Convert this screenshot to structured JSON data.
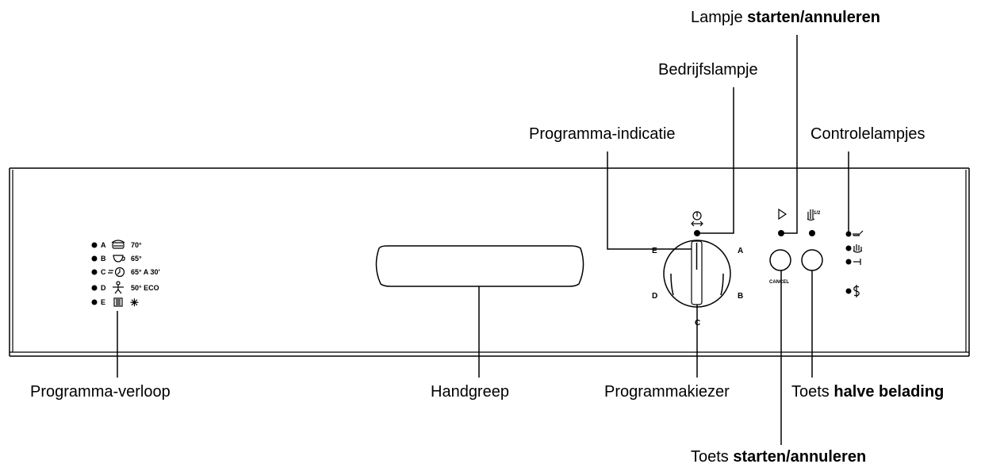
{
  "callouts": {
    "lampje_start": {
      "prefix": "Lampje ",
      "bold": "starten/annuleren"
    },
    "bedrijfslampje": {
      "text": "Bedrijfslampje"
    },
    "programma_indicatie": {
      "text": "Programma-indicatie"
    },
    "controlelampjes": {
      "text": "Controlelampjes"
    },
    "programma_verloop": {
      "text": "Programma-verloop"
    },
    "handgreep": {
      "text": "Handgreep"
    },
    "programmakiezer": {
      "text": "Programmakiezer"
    },
    "toets_halve": {
      "prefix": "Toets ",
      "bold": "halve belading"
    },
    "toets_start": {
      "prefix": "Toets ",
      "bold": "starten/annuleren"
    }
  },
  "programs": [
    {
      "letter": "A",
      "icon": "pot-icon",
      "value": "70°"
    },
    {
      "letter": "B",
      "icon": "cup-icon",
      "value": "65°"
    },
    {
      "letter": "C",
      "icon": "quick-clock-icon",
      "value": "65° A 30'"
    },
    {
      "letter": "D",
      "icon": "eco-figure-icon",
      "value": "50° ECO"
    },
    {
      "letter": "E",
      "icon": "rinse-icon",
      "value": "✳"
    }
  ],
  "dial_labels": {
    "a": "A",
    "b": "B",
    "c": "C",
    "d": "D",
    "e": "E"
  },
  "cancel_label": "CANCEL"
}
